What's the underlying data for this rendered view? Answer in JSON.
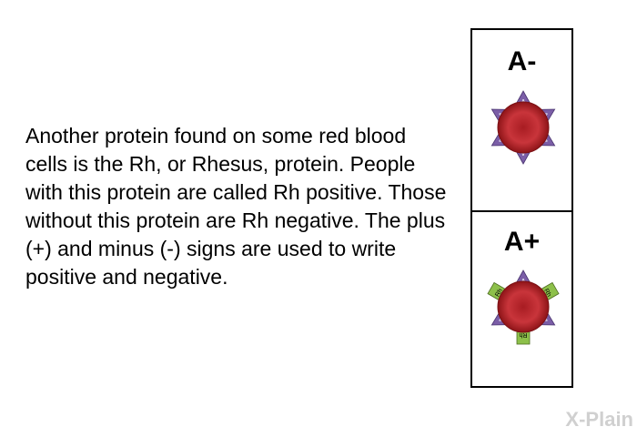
{
  "paragraph": "Another protein found on some red blood cells is the Rh, or Rhesus, protein. People with this protein are called Rh positive. Those without this protein are Rh negative. The plus (+) and minus (-) signs are used to write positive and negative.",
  "panels": [
    {
      "title": "A-",
      "antigen_label": "A"
    },
    {
      "title": "A+",
      "antigen_label": "A",
      "rh_label": "Rh"
    }
  ],
  "logo": "X-Plain",
  "colors": {
    "cell": "#c0272d",
    "antigen": "#7b5ea7",
    "rh": "#8dc04a"
  }
}
